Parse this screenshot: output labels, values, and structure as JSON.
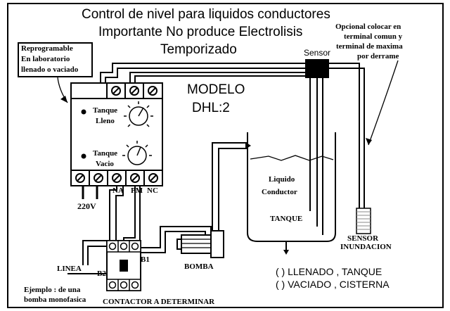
{
  "title": {
    "line1": "Control de nivel para liquidos conductores",
    "line2": "Importante No produce Electrolisis",
    "line3": "Temporizado"
  },
  "note_box": {
    "line1": "Reprogramable",
    "line2": "En laboratorio",
    "line3": "llenado o vaciado"
  },
  "note_optional": {
    "line1": "Opcional colocar en",
    "line2": "terminal comun y",
    "line3": "terminal de maxima",
    "line4": "por derrame"
  },
  "model": {
    "line1": "MODELO",
    "line2": "DHL:2"
  },
  "sensor_label": "Sensor",
  "knobs": {
    "full_line1": "Tanque",
    "full_line2": "Lleno",
    "empty_line1": "Tanque",
    "empty_line2": "Vacio"
  },
  "terminals": {
    "na": "NA",
    "pm": "PM",
    "nc": "NC",
    "power": "220V"
  },
  "tank": {
    "liquid_line1": "Liquido",
    "liquid_line2": "Conductor",
    "label": "TANQUE"
  },
  "flood_sensor": {
    "line1": "SENSOR",
    "line2": "INUNDACION"
  },
  "pump_label": "BOMBA",
  "line_label": "LINEA",
  "contactor": {
    "b1": "B1",
    "b2": "B2",
    "label": "CONTACTOR  A DETERMINAR"
  },
  "example": {
    "line1": "Ejemplo : de una",
    "line2": "bomba monofasica"
  },
  "options": {
    "fill": "( ) LLENADO  , TANQUE",
    "empty": "( ) VACIADO  , CISTERNA"
  },
  "colors": {
    "ink": "#000000",
    "paper": "#ffffff",
    "slider_grey": "#888888"
  }
}
